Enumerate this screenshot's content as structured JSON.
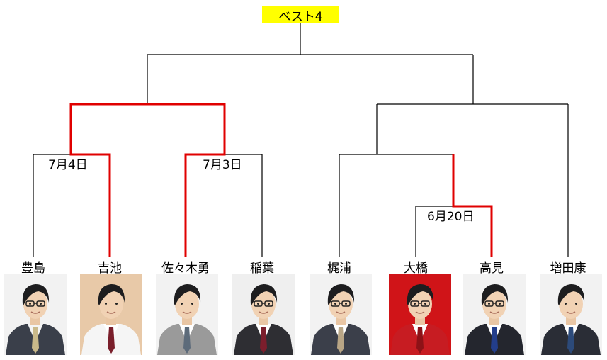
{
  "title": "ベスト4",
  "dates": {
    "match1": "7月4日",
    "match2": "7月3日",
    "match3": "6月20日"
  },
  "players": [
    {
      "name": "豊島",
      "suit": "#3a3f4a",
      "shirt": "#f4f4f4",
      "tie": "#c9b98a",
      "bg": "#f2f2f2",
      "glasses": true
    },
    {
      "name": "吉池",
      "suit": "#f5f5f5",
      "shirt": "#ffffff",
      "tie": "#7a1f2b",
      "bg": "#e8c9a8",
      "glasses": false
    },
    {
      "name": "佐々木勇",
      "suit": "#9a9a9a",
      "shirt": "#ffffff",
      "tie": "#5d6b7a",
      "bg": "#f2f2f2",
      "glasses": false
    },
    {
      "name": "稲葉",
      "suit": "#2e2e33",
      "shirt": "#ffffff",
      "tie": "#7b1e2c",
      "bg": "#efefef",
      "glasses": true
    },
    {
      "name": "梶浦",
      "suit": "#3b3f4a",
      "shirt": "#ffffff",
      "tie": "#b8a585",
      "bg": "#f2f2f2",
      "glasses": true
    },
    {
      "name": "大橋",
      "suit": "#c71c22",
      "shirt": "#ffffff",
      "tie": "#8d1217",
      "bg": "#d01418",
      "glasses": true
    },
    {
      "name": "高見",
      "suit": "#24262e",
      "shirt": "#ffffff",
      "tie": "#233e8b",
      "bg": "#f2f2f2",
      "glasses": true
    },
    {
      "name": "増田康",
      "suit": "#2a2d36",
      "shirt": "#ffffff",
      "tie": "#2c4a7a",
      "bg": "#f2f2f2",
      "glasses": false
    }
  ],
  "colors": {
    "line": "#000000",
    "winner_line": "#e00000",
    "title_bg": "#ffff00"
  }
}
